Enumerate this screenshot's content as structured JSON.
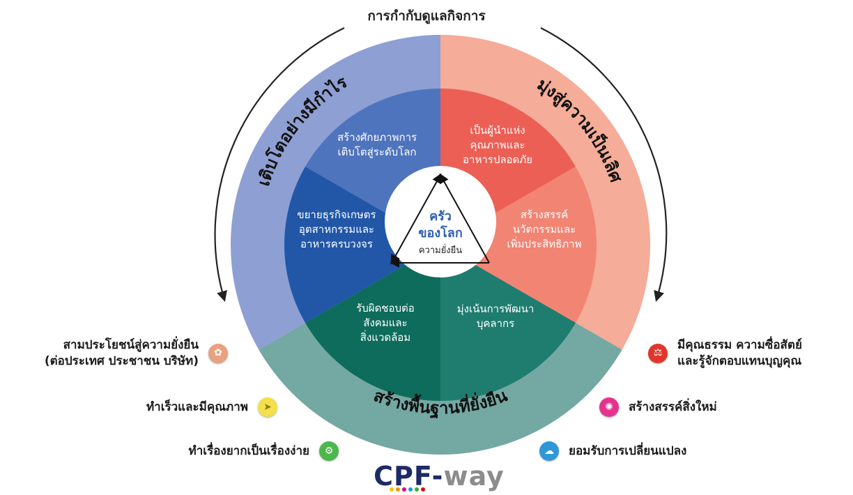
{
  "title": "การกำกับดูแลกิจการ",
  "center": {
    "line1": "ครัว",
    "line2": "ของโลก",
    "line3": "ความยั่งยืน"
  },
  "ring_labels": {
    "growth": "เติบโตอย่างมีกำไร",
    "excellence": "มุ่งสู่ความเป็นเลิศ",
    "sustainable": "สร้างพื้นฐานที่ยั่งยืน"
  },
  "segments": {
    "global_growth": [
      "สร้างศักยภาพการ",
      "เติบโตสู่ระดับโลก"
    ],
    "business_expansion": [
      "ขยายธุรกิจเกษตร",
      "อุตสาหกรรมและ",
      "อาหารครบวงจร"
    ],
    "food_leader": [
      "เป็นผู้นำแห่ง",
      "คุณภาพและ",
      "อาหารปลอดภัย"
    ],
    "innovation": [
      "สร้างสรรค์",
      "นวัตกรรมและ",
      "เพิ่มประสิทธิภาพ"
    ],
    "people": [
      "มุ่งเน้นการพัฒนา",
      "บุคลากร"
    ],
    "social": [
      "รับผิดชอบต่อ",
      "สังคมและ",
      "สิ่งแวดล้อม"
    ]
  },
  "values_left": [
    {
      "line1": "สามประโยชน์สู่ความยั่งยืน",
      "line2": "(ต่อประเทศ ประชาชน บริษัท)",
      "icon": "leaf-icon",
      "color": "#e9a27f"
    },
    {
      "line1": "ทำเร็วและมีคุณภาพ",
      "line2": "",
      "icon": "speed-icon",
      "color": "#f3e04a"
    },
    {
      "line1": "ทำเรื่องยากเป็นเรื่องง่าย",
      "line2": "",
      "icon": "gears-icon",
      "color": "#4cb74a"
    }
  ],
  "values_right": [
    {
      "line1": "มีคุณธรรม ความซื่อสัตย์",
      "line2": "และรู้จักตอบแทนบุญคุณ",
      "icon": "scale-icon",
      "color": "#e0362c"
    },
    {
      "line1": "สร้างสรรค์สิ่งใหม่",
      "line2": "",
      "icon": "bulb-icon",
      "color": "#e6338f"
    },
    {
      "line1": "ยอมรับการเปลี่ยนแปลง",
      "line2": "",
      "icon": "cloud-icon",
      "color": "#2e97d8"
    }
  ],
  "logo": {
    "part1": "CPF-",
    "part2": "way"
  },
  "colors": {
    "outer_blue": "#8e9fd3",
    "outer_salmon": "#f5ac98",
    "outer_teal": "#74a8a3",
    "blue_dark": "#2257a8",
    "blue_mid": "#4f74be",
    "red_dark": "#ec5f55",
    "red_mid": "#f28473",
    "teal_dark": "#0e6c5c",
    "teal_mid": "#1f7d70"
  }
}
